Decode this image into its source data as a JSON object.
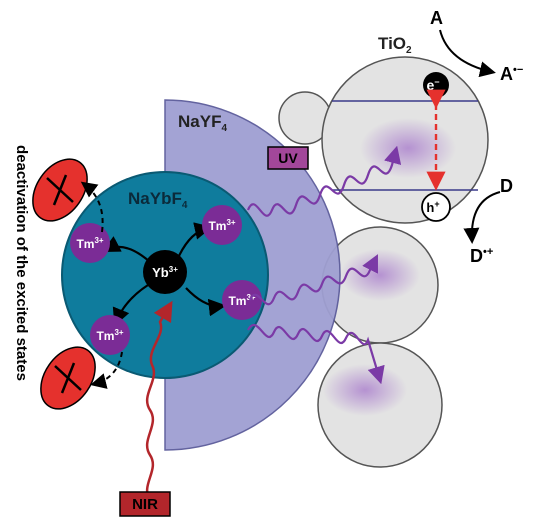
{
  "labels": {
    "nayf4": "NaYF",
    "nayf4_sub": "4",
    "naybf4": "NaYbF",
    "naybf4_sub": "4",
    "tio2": "TiO",
    "tio2_sub": "2",
    "yb": "Yb",
    "yb_sup": "3+",
    "tm": "Tm",
    "tm_sup": "3+",
    "uv": "UV",
    "nir": "NIR",
    "acceptor": "A",
    "acceptor_product": "A",
    "acceptor_product_sup": "•−",
    "donor": "D",
    "donor_product": "D",
    "donor_product_sup": "•+",
    "electron": "e",
    "electron_sup": "−",
    "hole": "h",
    "hole_sup": "+",
    "deactivation": "deactivation of the excited states"
  },
  "colors": {
    "shell": "#9f9fd2",
    "core": "#0f7c9d",
    "ion": "#7b2c96",
    "yb": "#000000",
    "tio2": "#e3e3e3",
    "wave": "#7b3aa6",
    "nir": "#b3262b",
    "uv_box": "#a2479a",
    "deactivated": "#e5312d"
  }
}
